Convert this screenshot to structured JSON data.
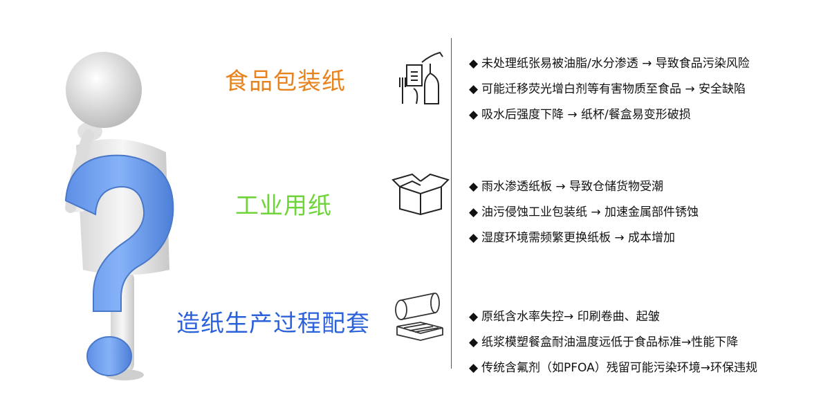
{
  "colors": {
    "food": "#e8821e",
    "industrial": "#6fd43a",
    "papermaking": "#2b62d9",
    "question_mark": "#6f9ff2",
    "figure": "#efefef"
  },
  "figure": {
    "icon": "thinking-person-with-question-mark"
  },
  "sections": [
    {
      "title": "食品包装纸",
      "icon": "food-packaging-icon",
      "bullets": [
        "未处理纸张易被油脂/水分渗透 → 导致食品污染风险",
        "可能迁移荧光增白剂等有害物质至食品 → 安全缺陷",
        "吸水后强度下降 → 纸杯/餐盒易变形破损"
      ]
    },
    {
      "title": "工业用纸",
      "icon": "cardboard-box-icon",
      "bullets": [
        "雨水渗透纸板 → 导致仓储货物受潮",
        "油污侵蚀工业包装纸 → 加速金属部件锈蚀",
        "湿度环境需频繁更换纸板 → 成本增加"
      ]
    },
    {
      "title": "造纸生产过程配套",
      "icon": "paper-roll-icon",
      "bullets": [
        "原纸含水率失控→ 印刷卷曲、起皱",
        "纸浆模塑餐盒耐油温度远低于食品标准→性能下降",
        "传统含氟剂（如PFOA）残留可能污染环境→环保违规"
      ]
    }
  ]
}
